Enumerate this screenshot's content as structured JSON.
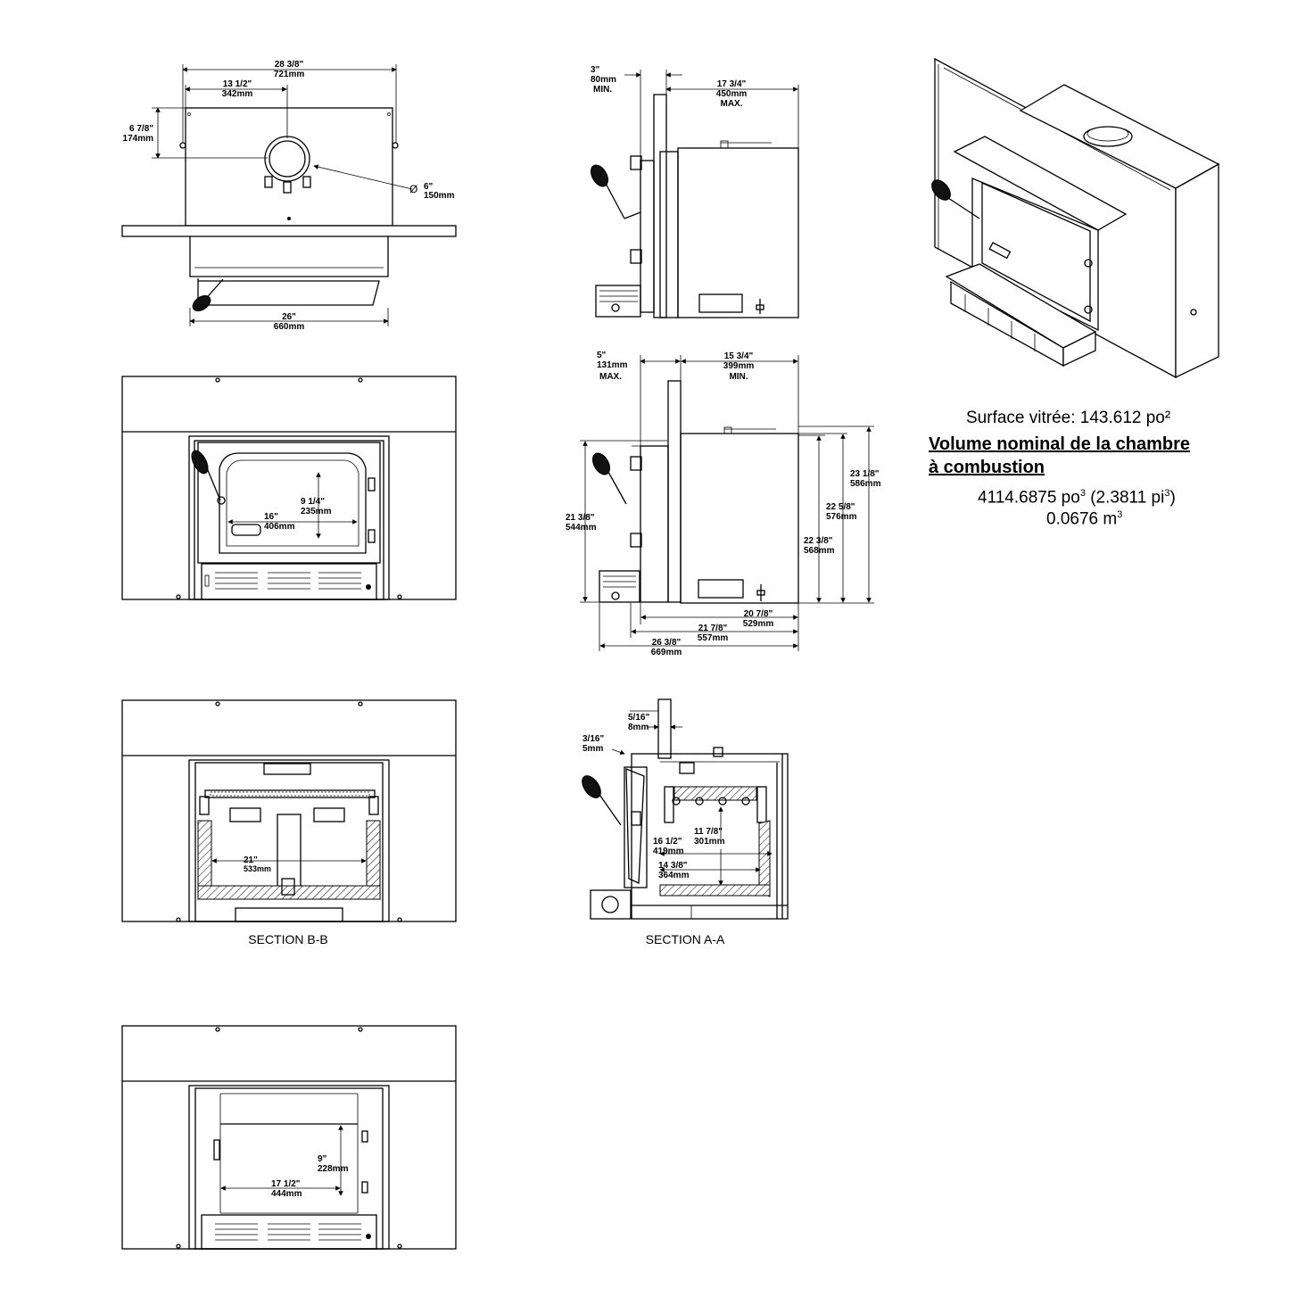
{
  "info": {
    "glass_surface": "Surface vitrée: 143.612 po²",
    "chamber_title_1": "Volume nominal de la chambre",
    "chamber_title_2": "à combustion",
    "volume_po3_value": "4114.6875 po",
    "volume_pi3_open": "(2.3811 pi",
    "volume_pi3_close": ")",
    "volume_m3_value": "0.0676 m",
    "superscript_3": "3"
  },
  "top_view": {
    "width_overall_in": "28 3/8\"",
    "width_overall_mm": "721mm",
    "flue_offset_in": "13 1/2\"",
    "flue_offset_mm": "342mm",
    "depth_in": "6 7/8\"",
    "depth_mm": "174mm",
    "flue_diameter_in": "6\"",
    "flue_diameter_mm": "150mm",
    "diameter_symbol": "Ø",
    "base_width_in": "26\"",
    "base_width_mm": "660mm"
  },
  "side_top": {
    "min_in": "3\"",
    "min_mm": "80mm",
    "min_label": "MIN.",
    "max_in": "17 3/4\"",
    "max_mm": "450mm",
    "max_label": "MAX."
  },
  "side_main": {
    "top_left_in": "5\"",
    "top_left_mm": "131mm",
    "top_left_label": "MAX.",
    "top_right_in": "15 3/4\"",
    "top_right_mm": "399mm",
    "top_right_label": "MIN.",
    "h1_in": "21 3/8\"",
    "h1_mm": "544mm",
    "h2_in": "23 1/8\"",
    "h2_mm": "586mm",
    "h3_in": "22 5/8\"",
    "h3_mm": "576mm",
    "h4_in": "22 3/8\"",
    "h4_mm": "568mm",
    "w1_in": "20 7/8\"",
    "w1_mm": "529mm",
    "w2_in": "21 7/8\"",
    "w2_mm": "557mm",
    "w3_in": "26 3/8\"",
    "w3_mm": "669mm"
  },
  "front_view": {
    "door_h_in": "9 1/4\"",
    "door_h_mm": "235mm",
    "door_w_in": "16\"",
    "door_w_mm": "406mm"
  },
  "section_bb": {
    "caption": "SECTION B-B",
    "width_in": "21\"",
    "width_mm": "533mm"
  },
  "section_aa": {
    "caption": "SECTION A-A",
    "d1_in": "5/16\"",
    "d1_mm": "8mm",
    "d2_in": "3/16\"",
    "d2_mm": "5mm",
    "d3_in": "11 7/8\"",
    "d3_mm": "301mm",
    "d4_in": "16 1/2\"",
    "d4_mm": "419mm",
    "d5_in": "14 3/8\"",
    "d5_mm": "364mm"
  },
  "bottom_front": {
    "h_in": "9\"",
    "h_mm": "228mm",
    "w_in": "17 1/2\"",
    "w_mm": "444mm"
  }
}
